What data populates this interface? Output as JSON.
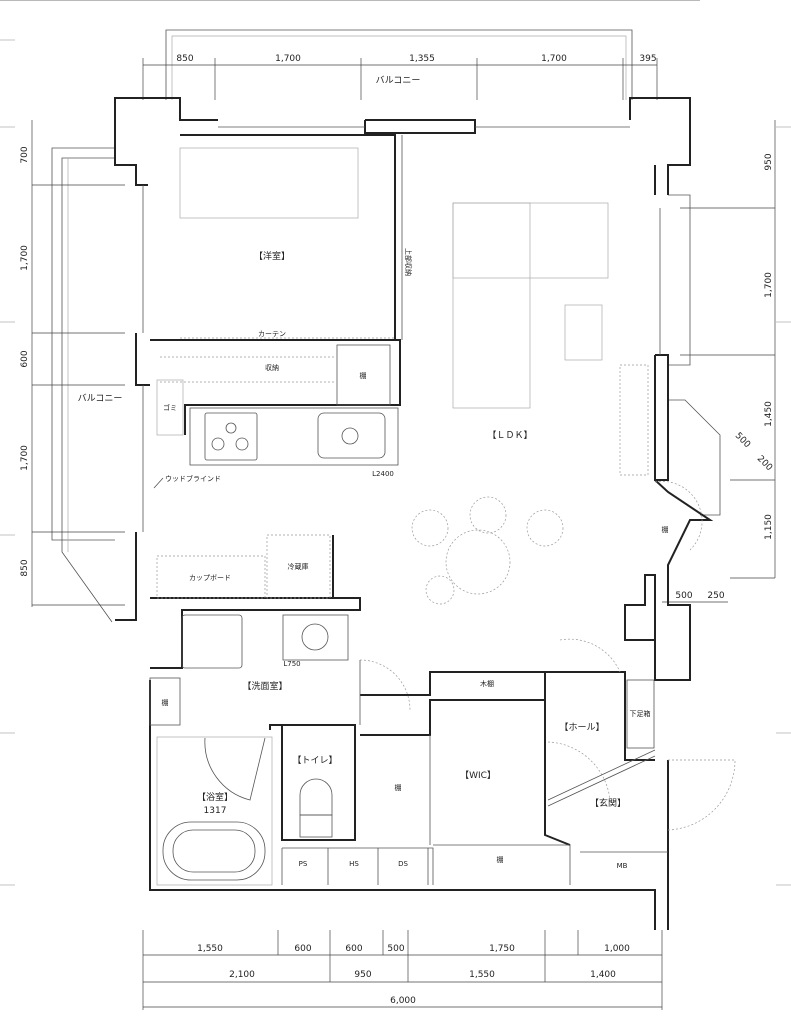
{
  "balcony": {
    "top_label": "バルコニー",
    "left_label": "バルコニー"
  },
  "dimensions": {
    "top": [
      "850",
      "1,700",
      "1,355",
      "1,700",
      "395"
    ],
    "left": [
      "700",
      "1,700",
      "600",
      "1,700",
      "850"
    ],
    "right": [
      "950",
      "1,700",
      "1,450",
      "1,150"
    ],
    "right_bay": [
      "500",
      "200"
    ],
    "right_bottom": [
      "500",
      "250"
    ],
    "bottom_row1": [
      "1,550",
      "600",
      "600",
      "500",
      "1,750",
      "1,000"
    ],
    "bottom_row2": [
      "2,100",
      "950",
      "1,550",
      "1,400"
    ],
    "bottom_total": "6,000"
  },
  "rooms": {
    "western": "【洋室】",
    "ldk": "【ＬＤＫ】",
    "washroom": "【洗面室】",
    "bathroom": "【浴室】",
    "bath_size": "1317",
    "toilet": "【トイレ】",
    "wic": "【WIC】",
    "hall": "【ホール】",
    "entrance": "【玄関】"
  },
  "fixtures": {
    "upper_storage": "上部収納",
    "curtain": "カーテン",
    "storage": "収納",
    "shelf": "棚",
    "garbage": "ゴミ",
    "kitchen_length": "L2400",
    "wood_blind": "ウッドブラインド",
    "cupboard": "カップボード",
    "fridge": "冷蔵庫",
    "vanity_length": "L750",
    "wash_shelf": "棚",
    "wood_shelf": "木棚",
    "shoe_box": "下足箱",
    "wic_shelf": "棚",
    "bottom_shelf": "棚",
    "bay_shelf": "棚",
    "ps": "PS",
    "hs": "HS",
    "ds": "DS",
    "mb": "MB"
  }
}
